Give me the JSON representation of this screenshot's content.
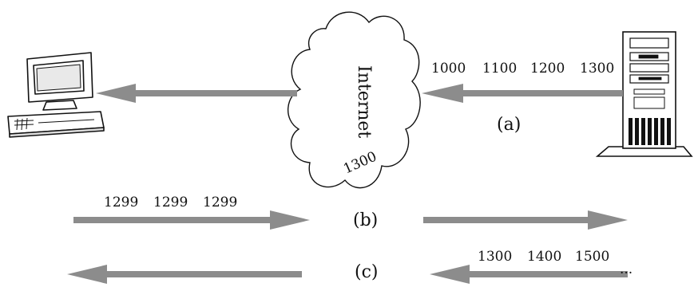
{
  "cloud": {
    "label": "Internet",
    "packet": "1300"
  },
  "server_packets": [
    "1000",
    "1100",
    "1200",
    "1300"
  ],
  "row_a": {
    "label": "(a)"
  },
  "row_b": {
    "label": "(b)",
    "acks": [
      "1299",
      "1299",
      "1299"
    ]
  },
  "row_c": {
    "label": "(c)",
    "packets": [
      "1300",
      "1400",
      "1500"
    ],
    "more": "..."
  },
  "colors": {
    "arrow": "#8c8c8c",
    "line": "#111111"
  },
  "icons": {
    "client": "desktop-computer-icon",
    "server": "server-tower-icon"
  }
}
